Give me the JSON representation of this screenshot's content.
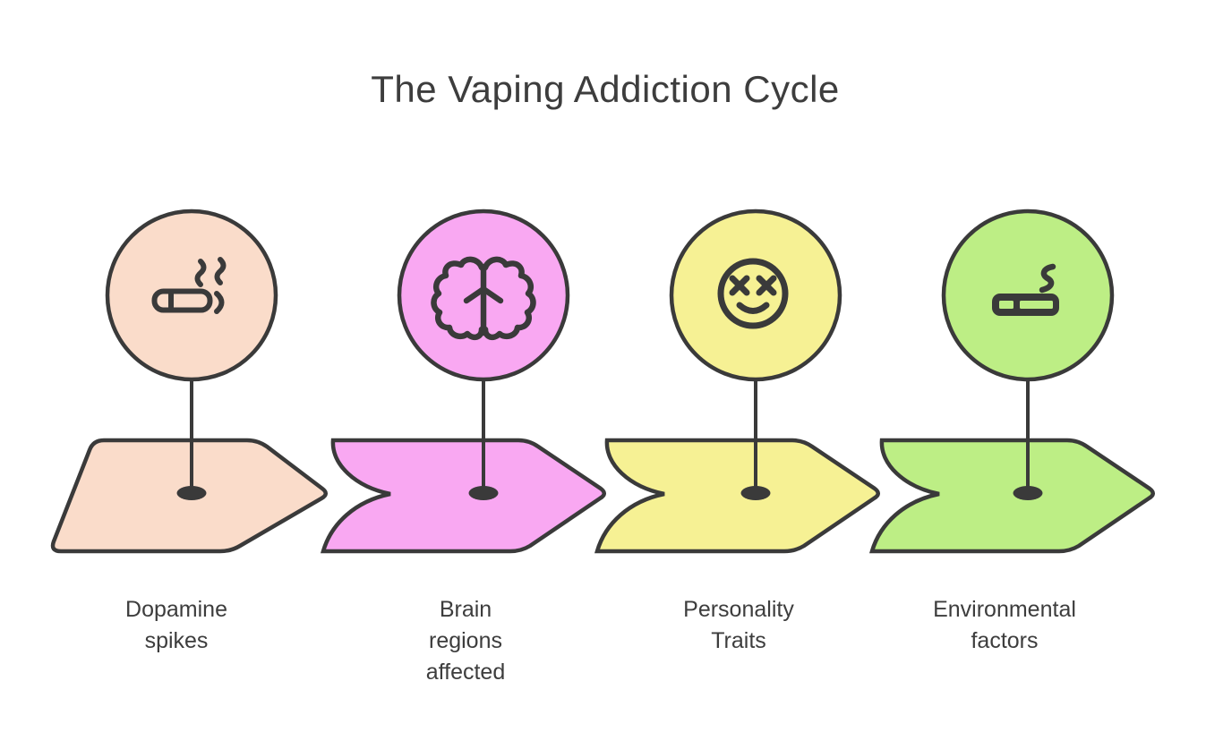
{
  "title": "The Vaping Addiction Cycle",
  "colors": {
    "background": "#ffffff",
    "outline": "#3a3a3a",
    "text": "#3d3d3d"
  },
  "steps": [
    {
      "label": "Dopamine\nspikes",
      "icon": "smoking-cigarette-icon",
      "fill": "#fadcca"
    },
    {
      "label": "Brain\nregions\naffected",
      "icon": "brain-icon",
      "fill": "#f9a8f2"
    },
    {
      "label": "Personality\nTraits",
      "icon": "dizzy-face-icon",
      "fill": "#f6f194"
    },
    {
      "label": "Environmental\nfactors",
      "icon": "cigarette-icon",
      "fill": "#bdee85"
    }
  ]
}
